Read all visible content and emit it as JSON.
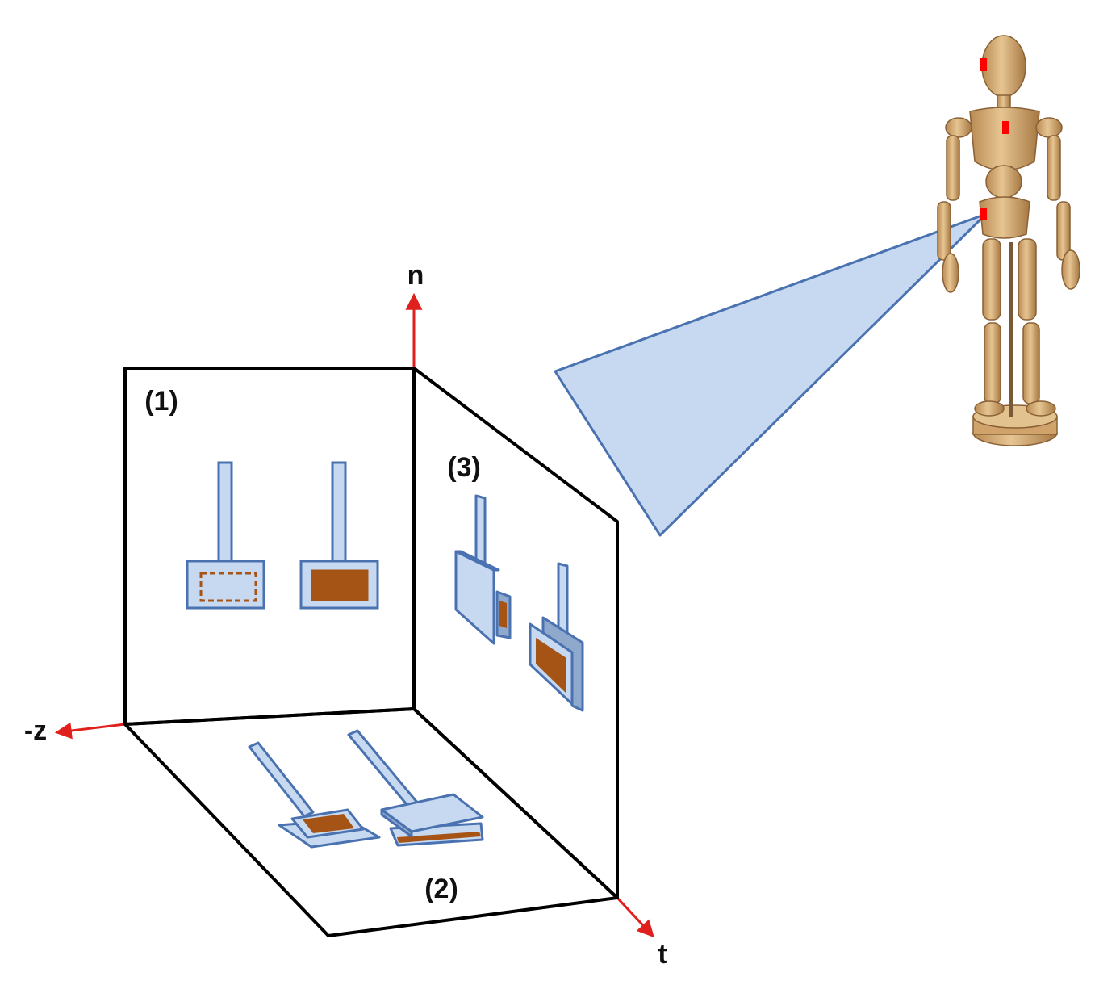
{
  "labels": {
    "axis_n": "n",
    "axis_z": "-z",
    "axis_t": "t",
    "plane_1": "(1)",
    "plane_2": "(2)",
    "plane_3": "(3)"
  },
  "colors": {
    "frame": "#000000",
    "axis": "#e0201c",
    "sensor_fill": "#c6d9f0",
    "sensor_stroke": "#4a72b0",
    "electrode": "#a65416",
    "sensor_marker": "#ff0000",
    "mannequin_wood": "#d8b27a",
    "beam": "#c6d9f0"
  },
  "icons": {
    "figure": "wooden-mannequin-icon"
  }
}
